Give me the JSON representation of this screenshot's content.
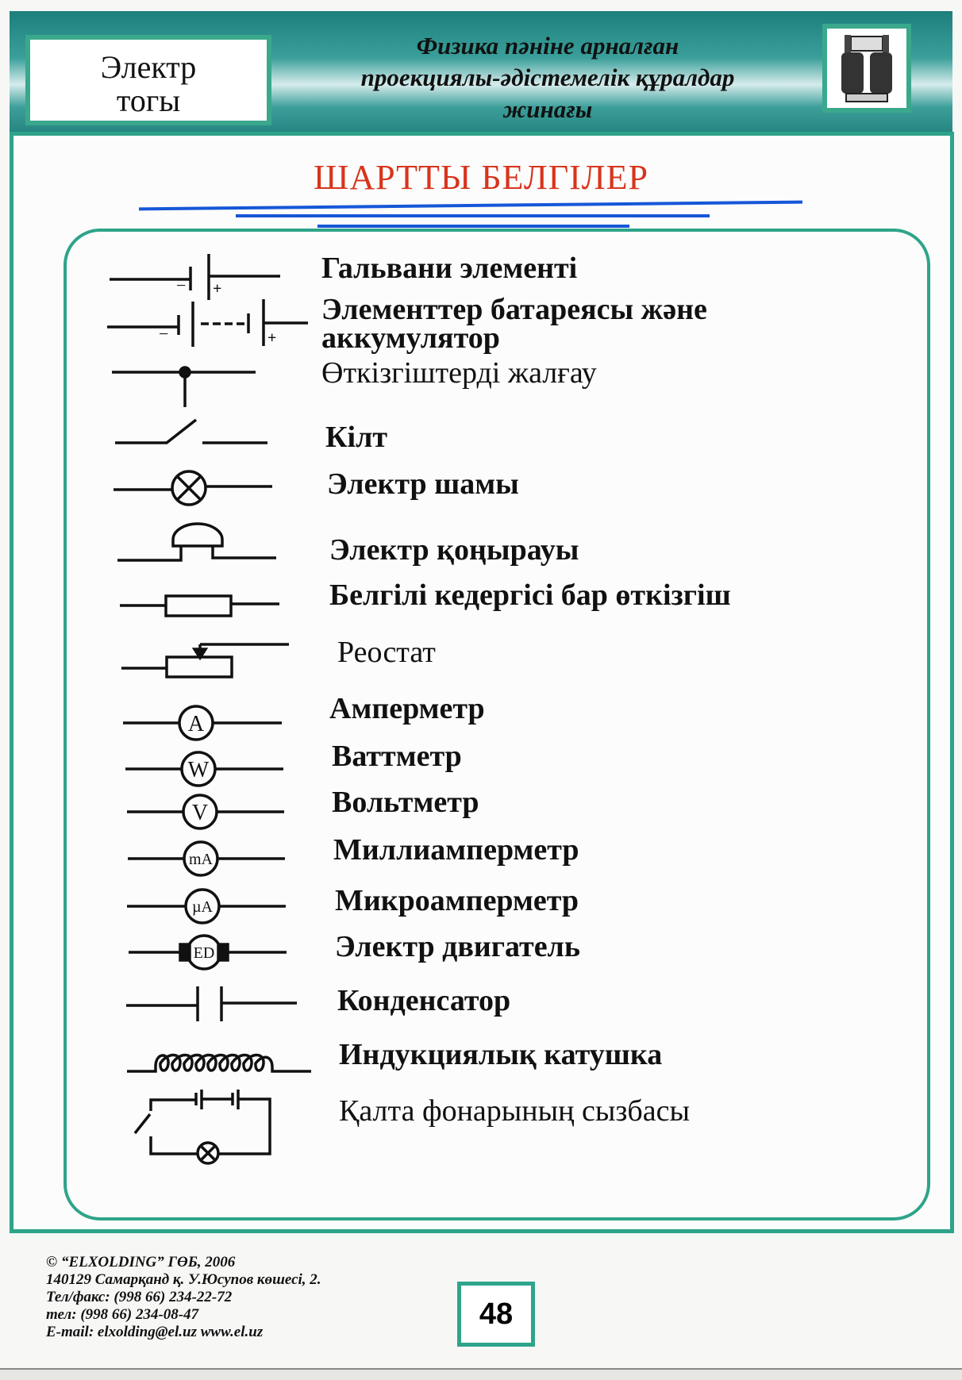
{
  "header": {
    "topic_line1": "Электр",
    "topic_line2": "тогы",
    "series_line1": "Физика пәніне арналған",
    "series_line2": "проекциялы-әдістемелік құралдар",
    "series_line3": "жинағы",
    "logo_icon": "transformer-icon"
  },
  "page_title": "ШАРТТЫ  БЕЛГІЛЕР",
  "symbols": [
    {
      "label": "Гальвани   элементі",
      "icon": "galvanic-cell-icon"
    },
    {
      "label": "Элементтер батареясы және",
      "label2": "аккумулятор",
      "icon": "battery-icon"
    },
    {
      "label": "Өткізгіштерді жалғау",
      "icon": "wire-junction-icon"
    },
    {
      "label": "Кілт",
      "icon": "switch-icon"
    },
    {
      "label": "Электр  шамы",
      "icon": "lamp-icon"
    },
    {
      "label": "Электр қоңырауы",
      "icon": "bell-icon"
    },
    {
      "label": "Белгілі кедергісі бар өткізгіш",
      "icon": "resistor-icon"
    },
    {
      "label": "Реостат",
      "icon": "rheostat-icon"
    },
    {
      "label": "Амперметр",
      "icon": "ammeter-icon",
      "letter": "A"
    },
    {
      "label": "Ваттметр",
      "icon": "wattmeter-icon",
      "letter": "W"
    },
    {
      "label": "Вольтметр",
      "icon": "voltmeter-icon",
      "letter": "V"
    },
    {
      "label": "Миллиамперметр",
      "icon": "milliammeter-icon",
      "letter": "mA"
    },
    {
      "label": "Микроамперметр",
      "icon": "microammeter-icon",
      "letter": "µA"
    },
    {
      "label": "Электр двигатель",
      "icon": "motor-icon",
      "letter": "ED"
    },
    {
      "label": "Конденсатор",
      "icon": "capacitor-icon"
    },
    {
      "label": "Индукциялық  катушка",
      "icon": "inductor-icon"
    },
    {
      "label": "Қалта  фонарының  сызбасы",
      "icon": "flashlight-circuit-icon"
    }
  ],
  "symbol_marks": {
    "minus": "−",
    "plus": "+"
  },
  "footer": {
    "copyright": "© “ELXOLDING” ГӨБ, 2006",
    "address": "140129 Самарқанд қ. У.Юсупов көшесі, 2.",
    "telfax": "Тел/факс: (998 66) 234-22-72",
    "tel": "тел: (998 66) 234-08-47",
    "contact": "E-mail: elxolding@el.uz  www.el.uz"
  },
  "page_number": "48",
  "colors": {
    "teal": "#2ea48a",
    "title_red": "#d8341c",
    "rule_blue": "#1657d8"
  }
}
